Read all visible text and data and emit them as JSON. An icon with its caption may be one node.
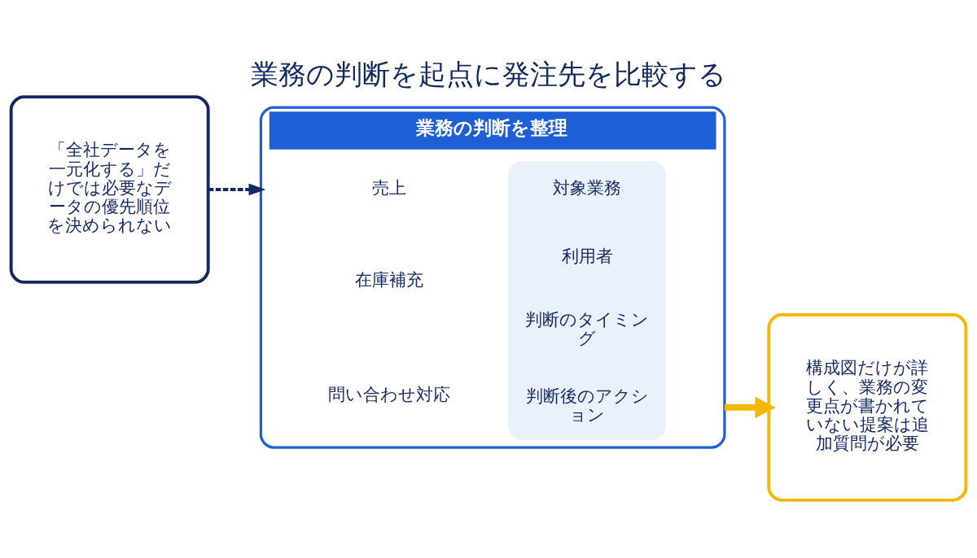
{
  "diagram": {
    "title": "業務の判断を起点に発注先を比較する",
    "nodes": [
      {
        "text": [
          "「全社データを一元化する」だけでは必要なデータの優先順位を決められない"
        ]
      },
      {
        "text": [
          "業務の判断を整理"
        ]
      },
      {
        "text": [
          "売上"
        ],
        "in": 1
      },
      {
        "text": [
          "在庫補充"
        ],
        "in": 1
      },
      {
        "text": [
          "問い合わせ対応"
        ],
        "in": 1
      },
      {
        "text": [],
        "shape": "box",
        "in": 1
      },
      {
        "text": [
          "対象業務"
        ],
        "in": 5
      },
      {
        "text": [
          "利用者"
        ],
        "in": 5
      },
      {
        "text": [
          "判断のタイミング"
        ],
        "in": 5
      },
      {
        "text": [
          "判断後のアクション"
        ],
        "in": 5
      },
      {
        "text": [
          "構成図だけが詳しく、業務の変更点が書かれていない提案は追加質問が必要"
        ]
      }
    ],
    "edges": [
      {
        "from": 0,
        "to": 1,
        "arrow": "to",
        "style": "dashed",
        "color": "#14285f"
      },
      {
        "from": 1,
        "to": 10,
        "arrow": "to",
        "style": "thick",
        "color": "#f5b800"
      }
    ]
  }
}
